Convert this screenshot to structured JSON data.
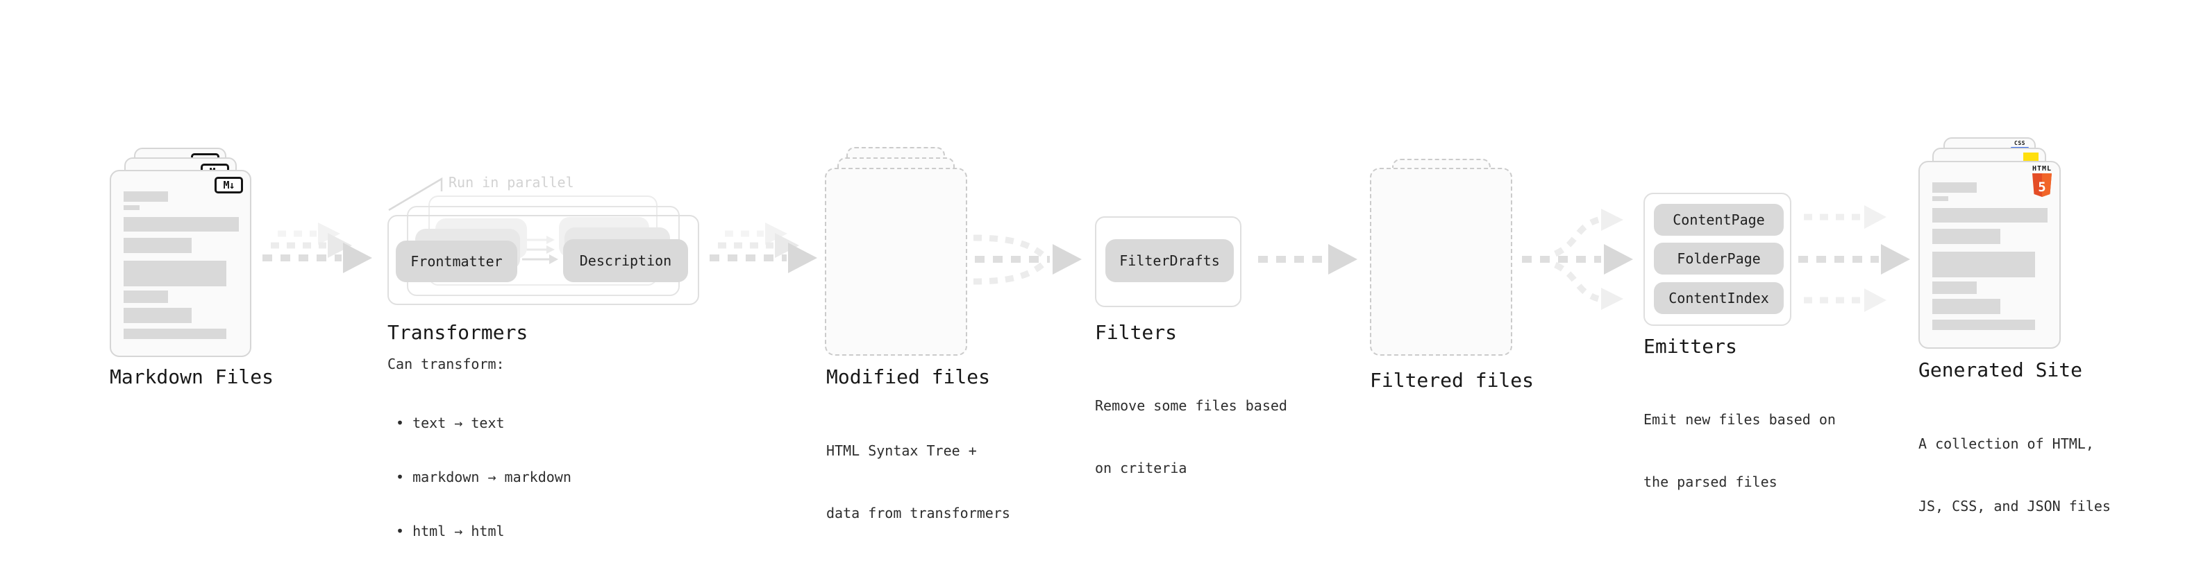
{
  "stages": {
    "markdown_files": {
      "label": "Markdown Files",
      "badge": "M↓"
    },
    "transformers": {
      "label": "Transformers",
      "annotation": "Run in parallel",
      "buttons": {
        "from": "Frontmatter",
        "to": "Description"
      },
      "description": {
        "heading": "Can transform:",
        "bullets": [
          "• text → text",
          "• markdown → markdown",
          "• html → html"
        ]
      }
    },
    "modified_files": {
      "label": "Modified files",
      "description_lines": [
        "HTML Syntax Tree +",
        "data from transformers"
      ]
    },
    "filters": {
      "label": "Filters",
      "buttons": [
        "FilterDrafts"
      ],
      "description_lines": [
        "Remove some files based",
        "on criteria"
      ]
    },
    "filtered_files": {
      "label": "Filtered files"
    },
    "emitters": {
      "label": "Emitters",
      "buttons": [
        "ContentPage",
        "FolderPage",
        "ContentIndex"
      ],
      "description_lines": [
        "Emit new files based on",
        "the parsed files"
      ]
    },
    "generated_site": {
      "label": "Generated Site",
      "description_lines": [
        "A collection of HTML,",
        "JS, CSS, and JSON files"
      ],
      "badges": {
        "css_label": "CSS",
        "html_label": "HTML",
        "html_number": "5"
      }
    }
  },
  "colors": {
    "html5_orange": "#e44d26",
    "html5_orange_light": "#f16529",
    "js_yellow": "#ffdf0d",
    "css_blue": "#2f62e3",
    "chip_gray": "#d9d9d9",
    "skeleton_gray": "#d9d9d9",
    "arrow_gray": "#dedede",
    "annotation_gray": "#d2d2d2"
  }
}
